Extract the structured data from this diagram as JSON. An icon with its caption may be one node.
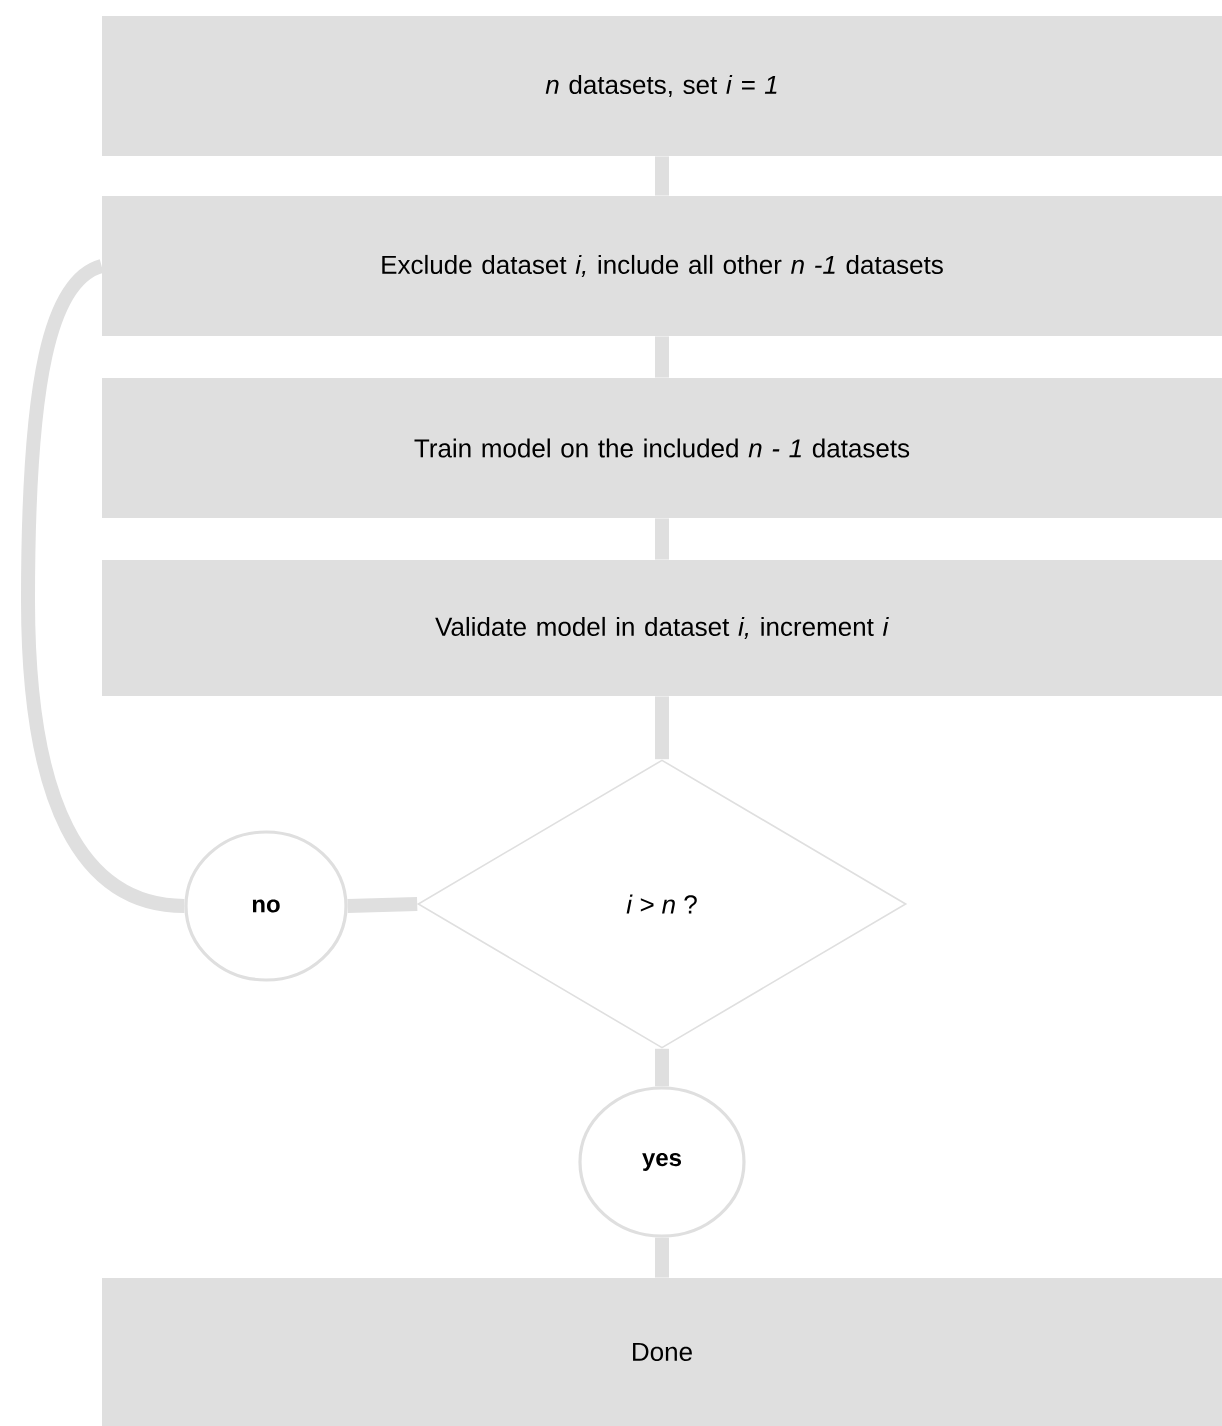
{
  "diagram": {
    "nodes": [
      {
        "text": [
          "*n* datasets, set *i = 1*"
        ]
      },
      {
        "text": [
          "Exclude dataset *i,* include all other *n -1* datasets"
        ]
      },
      {
        "text": [
          "Train model on the included *n - 1* datasets"
        ]
      },
      {
        "text": [
          "Validate model in dataset *i,* increment *i*"
        ]
      },
      {
        "text": [
          "*i > n* ?"
        ]
      },
      {
        "text": [
          "no"
        ]
      },
      {
        "text": [
          "yes"
        ]
      },
      {
        "text": [
          "Done"
        ]
      }
    ],
    "edges": [
      {
        "from": 0,
        "to": 1,
        "arrow": "none"
      },
      {
        "from": 1,
        "to": 2,
        "arrow": "none"
      },
      {
        "from": 2,
        "to": 3,
        "arrow": "none"
      },
      {
        "from": 3,
        "to": 4,
        "arrow": "none"
      },
      {
        "from": 4,
        "to": 5,
        "arrow": "none"
      },
      {
        "from": 5,
        "to": 1,
        "arrow": "none"
      },
      {
        "from": 4,
        "to": 6,
        "arrow": "none"
      },
      {
        "from": 6,
        "to": 7,
        "arrow": "none"
      }
    ]
  }
}
